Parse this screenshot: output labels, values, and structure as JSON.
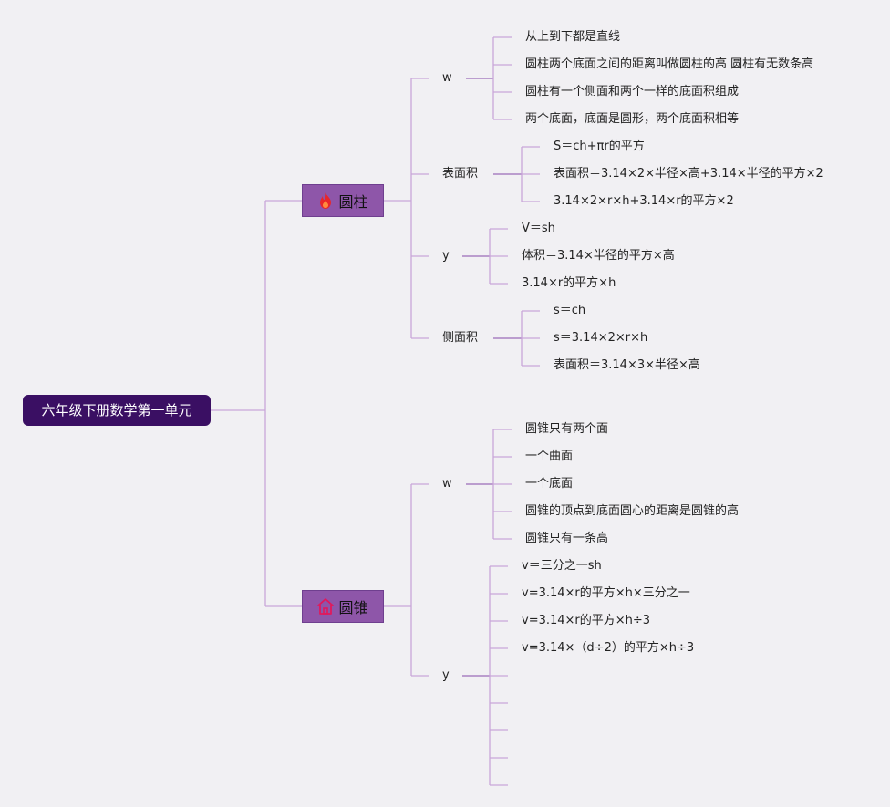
{
  "root": {
    "label": "六年级下册数学第一单元"
  },
  "branches": [
    {
      "label": "圆柱",
      "icon": "fire-icon",
      "icon_color": "#e8262a",
      "subs": [
        {
          "label": "w",
          "leaves": [
            "从上到下都是直线",
            "圆柱两个底面之间的距离叫做圆柱的高 圆柱有无数条高",
            "圆柱有一个侧面和两个一样的底面积组成",
            "两个底面，底面是圆形，两个底面积相等"
          ]
        },
        {
          "label": "表面积",
          "leaves": [
            "S＝ch+πr的平方",
            "表面积＝3.14×2×半径×高+3.14×半径的平方×2",
            "3.14×2×r×h+3.14×r的平方×2"
          ]
        },
        {
          "label": "y",
          "leaves": [
            "V＝sh",
            "体积＝3.14×半径的平方×高",
            "3.14×r的平方×h"
          ]
        },
        {
          "label": "侧面积",
          "leaves": [
            "s＝ch",
            "s＝3.14×2×r×h",
            "表面积＝3.14×3×半径×高"
          ]
        }
      ]
    },
    {
      "label": "圆锥",
      "icon": "home-icon",
      "icon_color": "#e0195c",
      "subs": [
        {
          "label": "w",
          "leaves": [
            "圆锥只有两个面",
            "一个曲面",
            "一个底面",
            "圆锥的顶点到底面圆心的距离是圆锥的高",
            "圆锥只有一条高"
          ]
        },
        {
          "label": "y",
          "leaves": [
            "v＝三分之一sh",
            "v=3.14×r的平方×h×三分之一",
            "v=3.14×r的平方×h÷3",
            "v=3.14×（d÷2）的平方×h÷3",
            "",
            "",
            "",
            "",
            ""
          ]
        }
      ]
    }
  ],
  "colors": {
    "root_bg": "#3a0f63",
    "branch_bg": "#8e56a9",
    "connector": "#c9a6d9",
    "connector_dark": "#9b6bb8"
  }
}
